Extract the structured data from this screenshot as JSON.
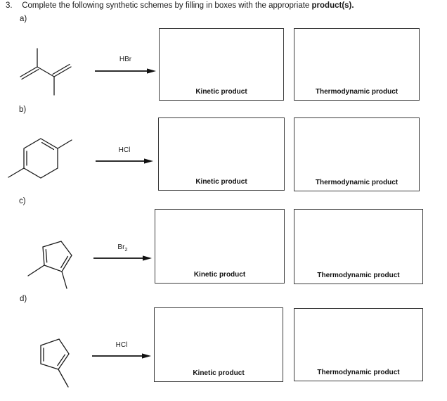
{
  "title": {
    "number": "3.",
    "text": "Complete the following synthetic schemes by filling in boxes with the appropriate",
    "emphasis": "product(s)."
  },
  "sections": [
    {
      "label": "a)",
      "reagent": "HBr",
      "reagent_subscript": "",
      "starting_material": "2,3-dimethylbuta-1,3-diene",
      "kinetic_box_label": "Kinetic product",
      "thermodynamic_box_label": "Thermodynamic product"
    },
    {
      "label": "b)",
      "reagent": "HCl",
      "reagent_subscript": "",
      "starting_material": "1,4-dimethylcyclohexa-1,3-diene",
      "kinetic_box_label": "Kinetic product",
      "thermodynamic_box_label": "Thermodynamic product"
    },
    {
      "label": "c)",
      "reagent": "Br",
      "reagent_subscript": "2",
      "starting_material": "1,2-dimethylcyclopenta-1,3-diene",
      "kinetic_box_label": "Kinetic product",
      "thermodynamic_box_label": "Thermodynamic product"
    },
    {
      "label": "d)",
      "reagent": "HCl",
      "reagent_subscript": "",
      "starting_material": "2-methylcyclopenta-1,3-diene",
      "kinetic_box_label": "Kinetic product",
      "thermodynamic_box_label": "Thermodynamic product"
    }
  ]
}
